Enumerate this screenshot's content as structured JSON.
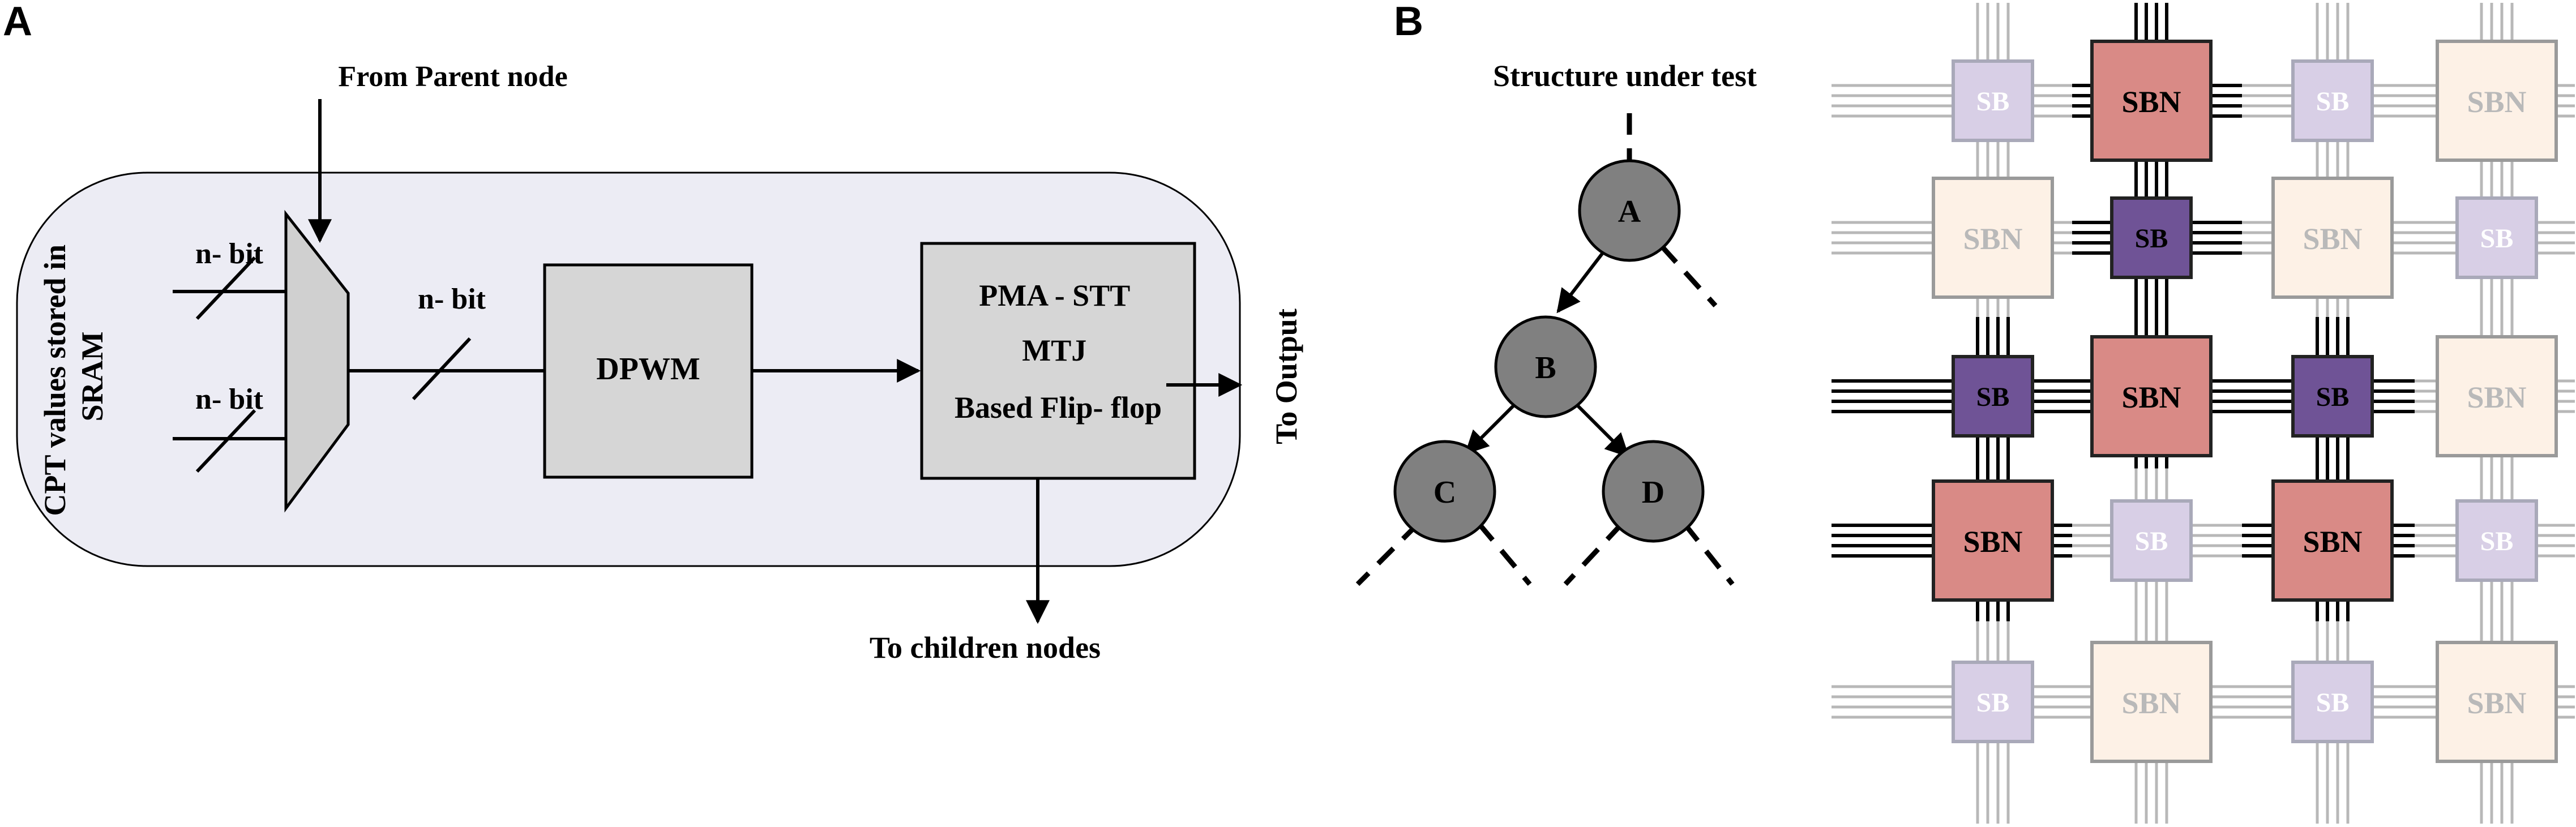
{
  "panel_a": {
    "letter": "A",
    "side_label_line1": "CPT values stored in",
    "side_label_line2": "SRAM",
    "from_parent": "From Parent node",
    "nbit_in_top": "n- bit",
    "nbit_in_bottom": "n- bit",
    "nbit_mid": "n- bit",
    "dpwm": "DPWM",
    "ff_line1": "PMA  - STT",
    "ff_line2": "MTJ",
    "ff_line3": "Based Flip- flop",
    "to_output": "To Output",
    "to_children": "To children nodes"
  },
  "panel_b": {
    "letter": "B",
    "tree_title": "Structure under test",
    "nodes": {
      "a": "A",
      "b": "B",
      "c": "C",
      "d": "D"
    },
    "sb_label": "SB",
    "sbn_label": "SBN",
    "colors": {
      "sbn_active": "#d98a86",
      "sbn_inactive": "#fdf1e6",
      "sb_active": "#6f5396",
      "sb_inactive": "#d8cfe6",
      "wire_active": "#000000",
      "wire_inactive": "#b8b8b8",
      "tree_node": "#808080"
    }
  }
}
